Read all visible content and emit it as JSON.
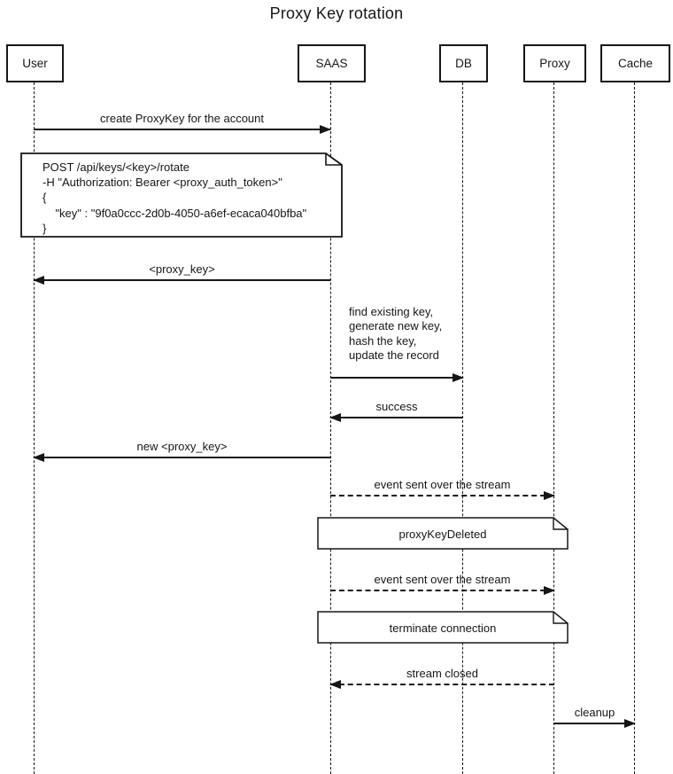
{
  "diagram": {
    "title": "Proxy Key rotation",
    "colors": {
      "line": "#161616",
      "background": "#ffffff",
      "note_fill": "#ffffff"
    },
    "actors": [
      {
        "name": "User"
      },
      {
        "name": "SAAS"
      },
      {
        "name": "DB"
      },
      {
        "name": "Proxy"
      },
      {
        "name": "Cache"
      }
    ],
    "messages": [
      {
        "label": "create ProxyKey for the account",
        "from": "User",
        "to": "SAAS",
        "line": "solid"
      },
      {
        "label": "<proxy_key>",
        "from": "SAAS",
        "to": "User",
        "line": "solid"
      },
      {
        "label": "find existing key,\ngenerate new key,\nhash the key,\nupdate the record",
        "from": "SAAS",
        "to": "DB",
        "line": "solid"
      },
      {
        "label": "success",
        "from": "DB",
        "to": "SAAS",
        "line": "solid"
      },
      {
        "label": "new <proxy_key>",
        "from": "SAAS",
        "to": "User",
        "line": "solid"
      },
      {
        "label": "event sent over the stream",
        "from": "SAAS",
        "to": "Proxy",
        "line": "dashed"
      },
      {
        "label": "event sent over the stream",
        "from": "SAAS",
        "to": "Proxy",
        "line": "dashed"
      },
      {
        "label": "stream closed",
        "from": "Proxy",
        "to": "SAAS",
        "line": "dashed"
      },
      {
        "label": "cleanup",
        "from": "Proxy",
        "to": "Cache",
        "line": "solid"
      }
    ],
    "notes": [
      {
        "text": "POST /api/keys/<key>/rotate\n-H \"Authorization: Bearer <proxy_auth_token>\"\n{\n    \"key\" : \"9f0a0ccc-2d0b-4050-a6ef-ecaca040bfba\"\n}",
        "over": "User, SAAS"
      },
      {
        "text": "proxyKeyDeleted",
        "over": "SAAS, Proxy"
      },
      {
        "text": "terminate connection",
        "over": "SAAS, Proxy"
      }
    ]
  }
}
